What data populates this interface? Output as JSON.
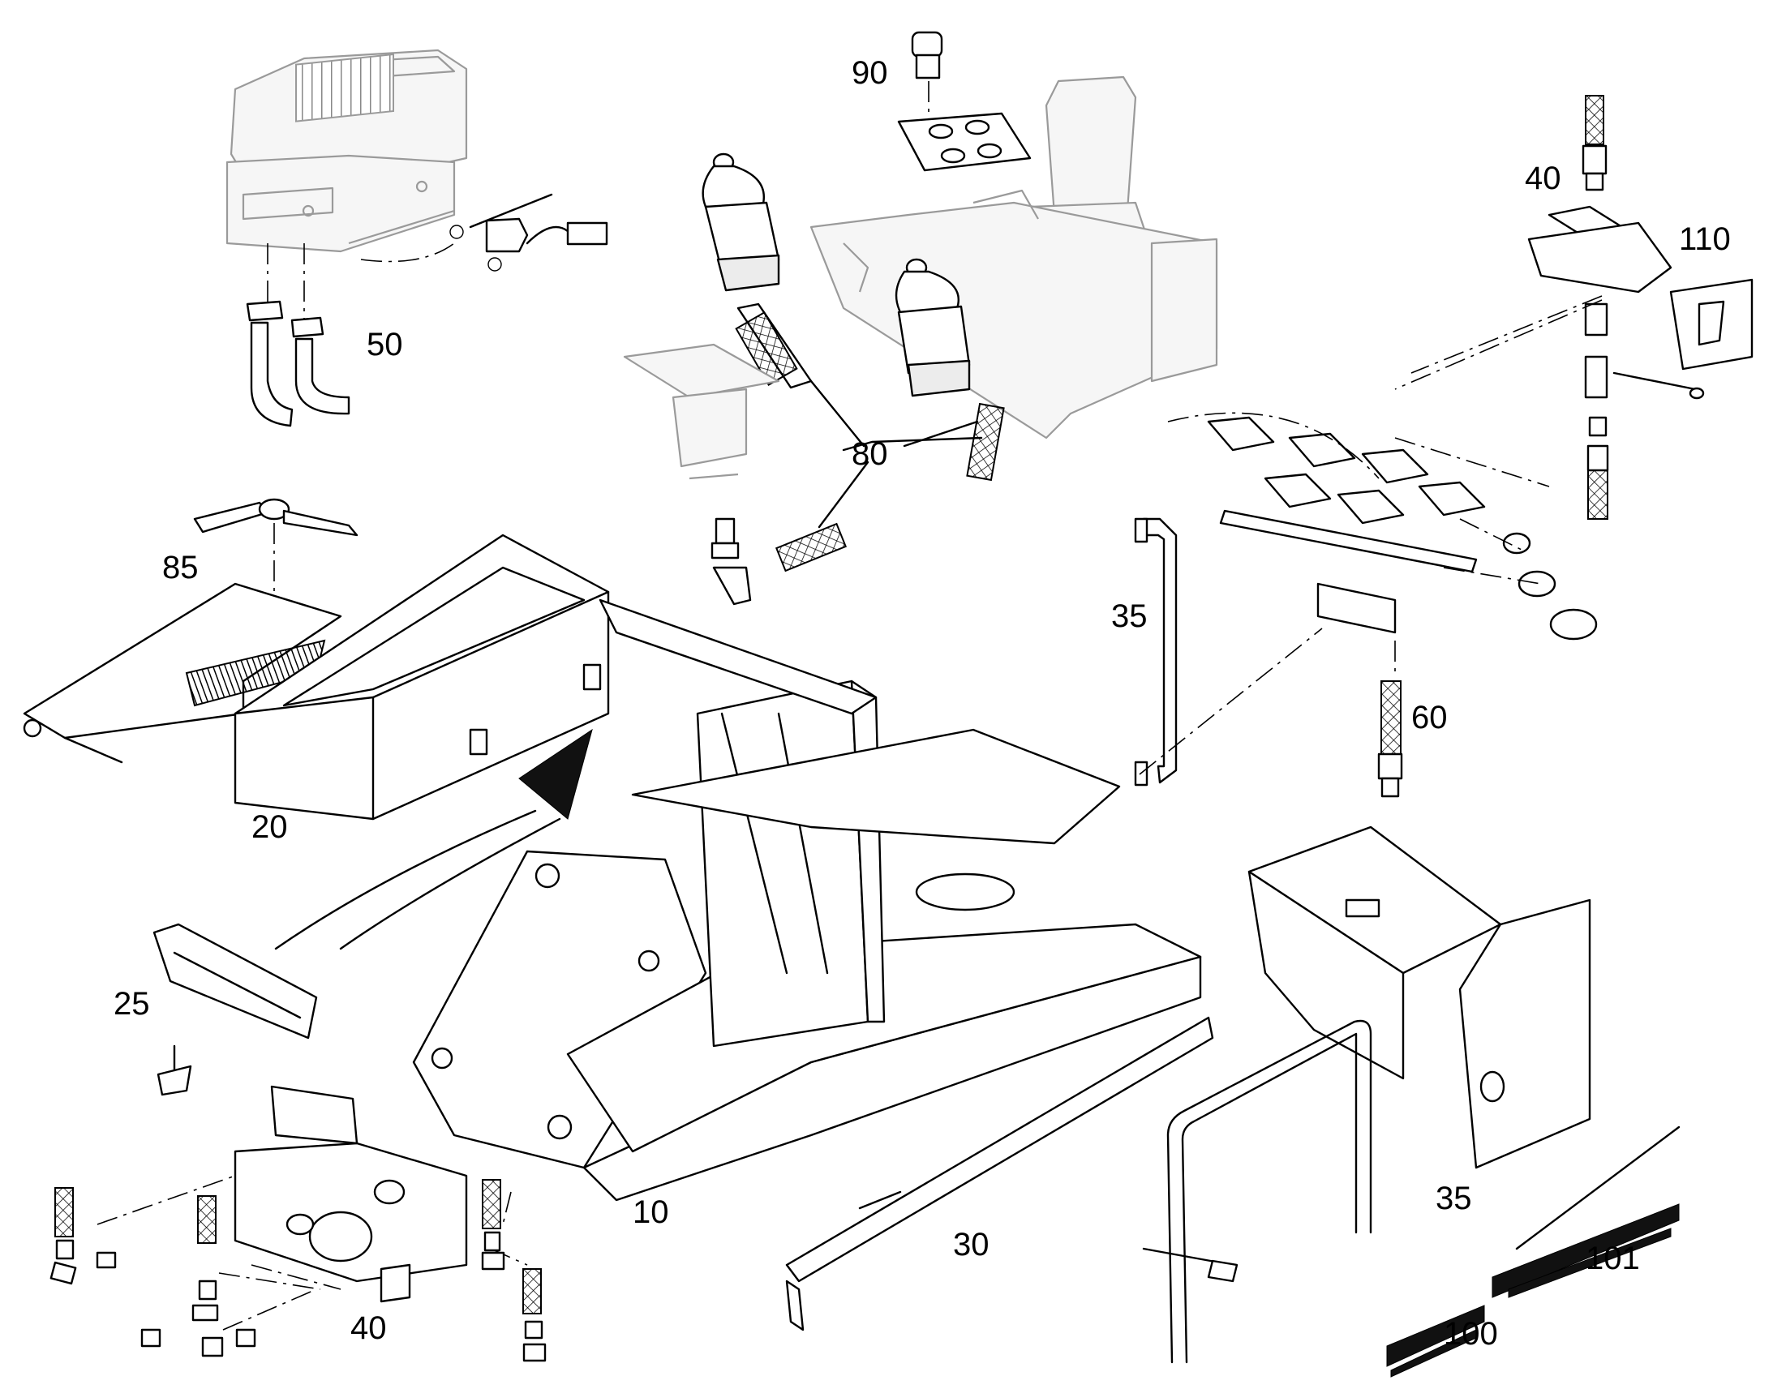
{
  "callouts": {
    "c90": "90",
    "c40_top": "40",
    "c110": "110",
    "c50": "50",
    "c80": "80",
    "c85": "85",
    "c35_mid": "35",
    "c60": "60",
    "c20": "20",
    "c25": "25",
    "c10": "10",
    "c30": "30",
    "c35_right": "35",
    "c101": "101",
    "c100": "100",
    "c40_bottom": "40"
  }
}
